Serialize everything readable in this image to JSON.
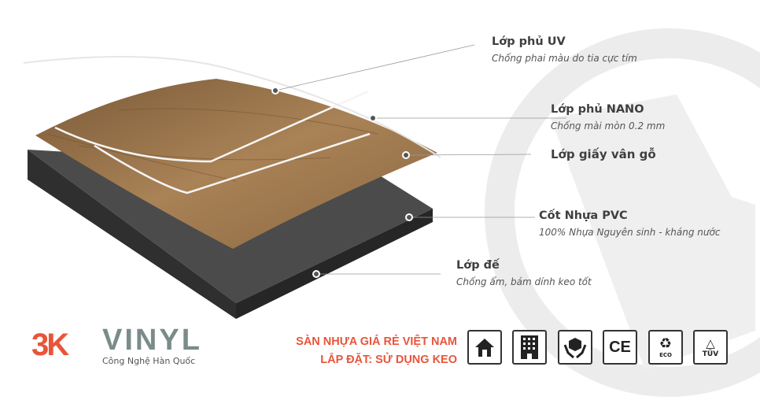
{
  "layers": [
    {
      "title": "Lớp phủ UV",
      "subtitle": "Chống phai màu do tia cực tím"
    },
    {
      "title": "Lớp phủ NANO",
      "subtitle": "Chống mài mòn 0.2 mm"
    },
    {
      "title": "Lớp giấy vân gỗ",
      "subtitle": ""
    },
    {
      "title": "Cốt Nhựa PVC",
      "subtitle": "100% Nhựa Nguyên sinh - kháng nước"
    },
    {
      "title": "Lớp đế",
      "subtitle": "Chống ẩm, bám dính keo tốt"
    }
  ],
  "brand": {
    "logo_mark": "3K",
    "logo_word": "VINYL",
    "tagline": "Công Nghệ Hàn Quốc"
  },
  "slogan": {
    "line1": "SÀN NHỰA GIÁ RẺ VIỆT NAM",
    "line2": "LẮP ĐẶT: SỬ DỤNG KEO"
  },
  "cert_icons": [
    {
      "name": "home-icon"
    },
    {
      "name": "building-icon"
    },
    {
      "name": "hands-box-icon"
    },
    {
      "name": "ce-icon",
      "text": "CE"
    },
    {
      "name": "eco-recycle-icon",
      "text": "ECO"
    },
    {
      "name": "tuv-icon",
      "text": "TÜV"
    }
  ],
  "colors": {
    "accent": "#e8553a",
    "wood": "#9c7650",
    "core": "#4a4a4a",
    "text": "#3f3f3f"
  }
}
